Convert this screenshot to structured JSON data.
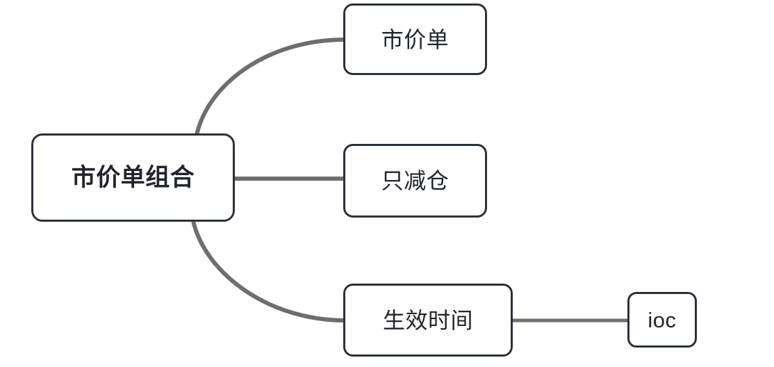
{
  "diagram": {
    "type": "mind-map",
    "orientation": "left-to-right",
    "background_color": "#ffffff",
    "node_border_color": "#2b313b",
    "node_fill_color": "#ffffff",
    "node_text_color": "#21262e",
    "edge_color": "#6e6e6e",
    "root": {
      "id": "root",
      "label": "市价单组合"
    },
    "children": [
      {
        "id": "child-1",
        "label": "市价单",
        "edge_style": "curved"
      },
      {
        "id": "child-2",
        "label": "只减仓",
        "edge_style": "straight"
      },
      {
        "id": "child-3",
        "label": "生效时间",
        "edge_style": "curved",
        "children": [
          {
            "id": "leaf-ioc",
            "label": "ioc",
            "edge_style": "straight"
          }
        ]
      }
    ]
  }
}
